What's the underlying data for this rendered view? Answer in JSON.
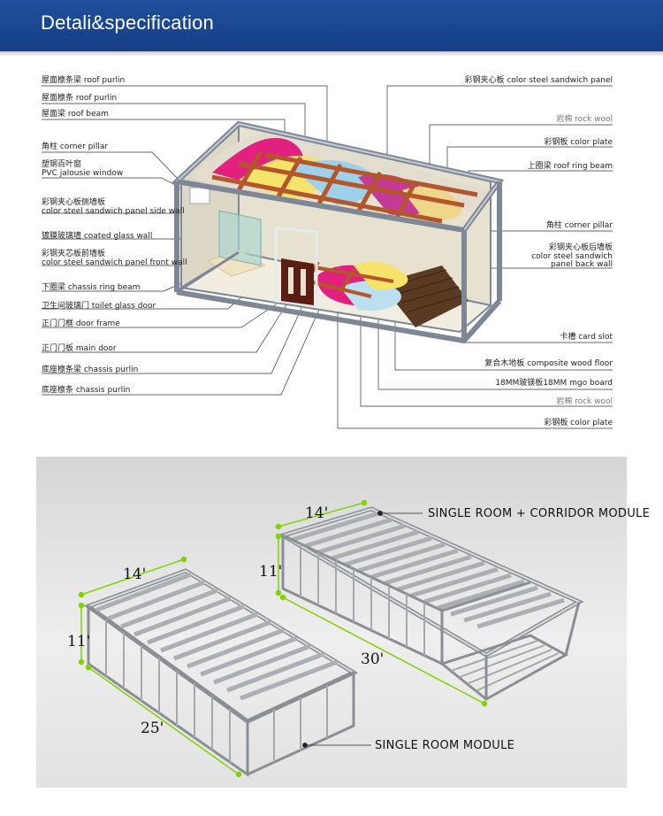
{
  "banner": {
    "title": "Detali&specification"
  },
  "callouts_left": [
    "屋面檩条梁 roof purlin",
    "屋面檩条 roof purlin",
    "屋面梁 roof beam",
    "角柱 corner pillar",
    "塑钢百叶窗",
    "PVC jalousie window",
    "彩钢夹心板侧墙板",
    "color steel sandwich panel side wall",
    "镀膜玻璃墙 coated glass wall",
    "彩钢夹芯板前墙板",
    "color steel sandwich panel front wall",
    "下圈梁 chassis ring beam",
    "卫生间玻璃门 toilet glass door",
    "正门门框 door frame",
    "正门门板 main door",
    "底座檩条梁 chassis purlin",
    "底座檩条 chassis purlin"
  ],
  "callouts_right": [
    "彩钢夹心板 color steel sandwich panel",
    "岩棉 rock wool",
    "彩钢板 color plate",
    "上圈梁 roof ring beam",
    "角柱 corner pillar",
    "彩钢夹心板后墙板",
    "color steel sandwich",
    "panel back wall",
    "卡槽 card slot",
    "复合木地板 composite wood floor",
    "18MM玻镁板18MM mgo board",
    "岩棉 rock wool",
    "彩钢板 color plate"
  ],
  "modules": {
    "left": {
      "width": "14'",
      "height": "11'",
      "length": "25'",
      "label": "SINGLE ROOM MODULE"
    },
    "right": {
      "width": "14'",
      "height": "11'",
      "length": "30'",
      "label": "SINGLE ROOM + CORRIDOR MODULE"
    }
  },
  "colors": {
    "banner": "#1a4791",
    "frame": "#7d8796",
    "beam": "#b4562b",
    "dim_line": "#7fd300"
  }
}
